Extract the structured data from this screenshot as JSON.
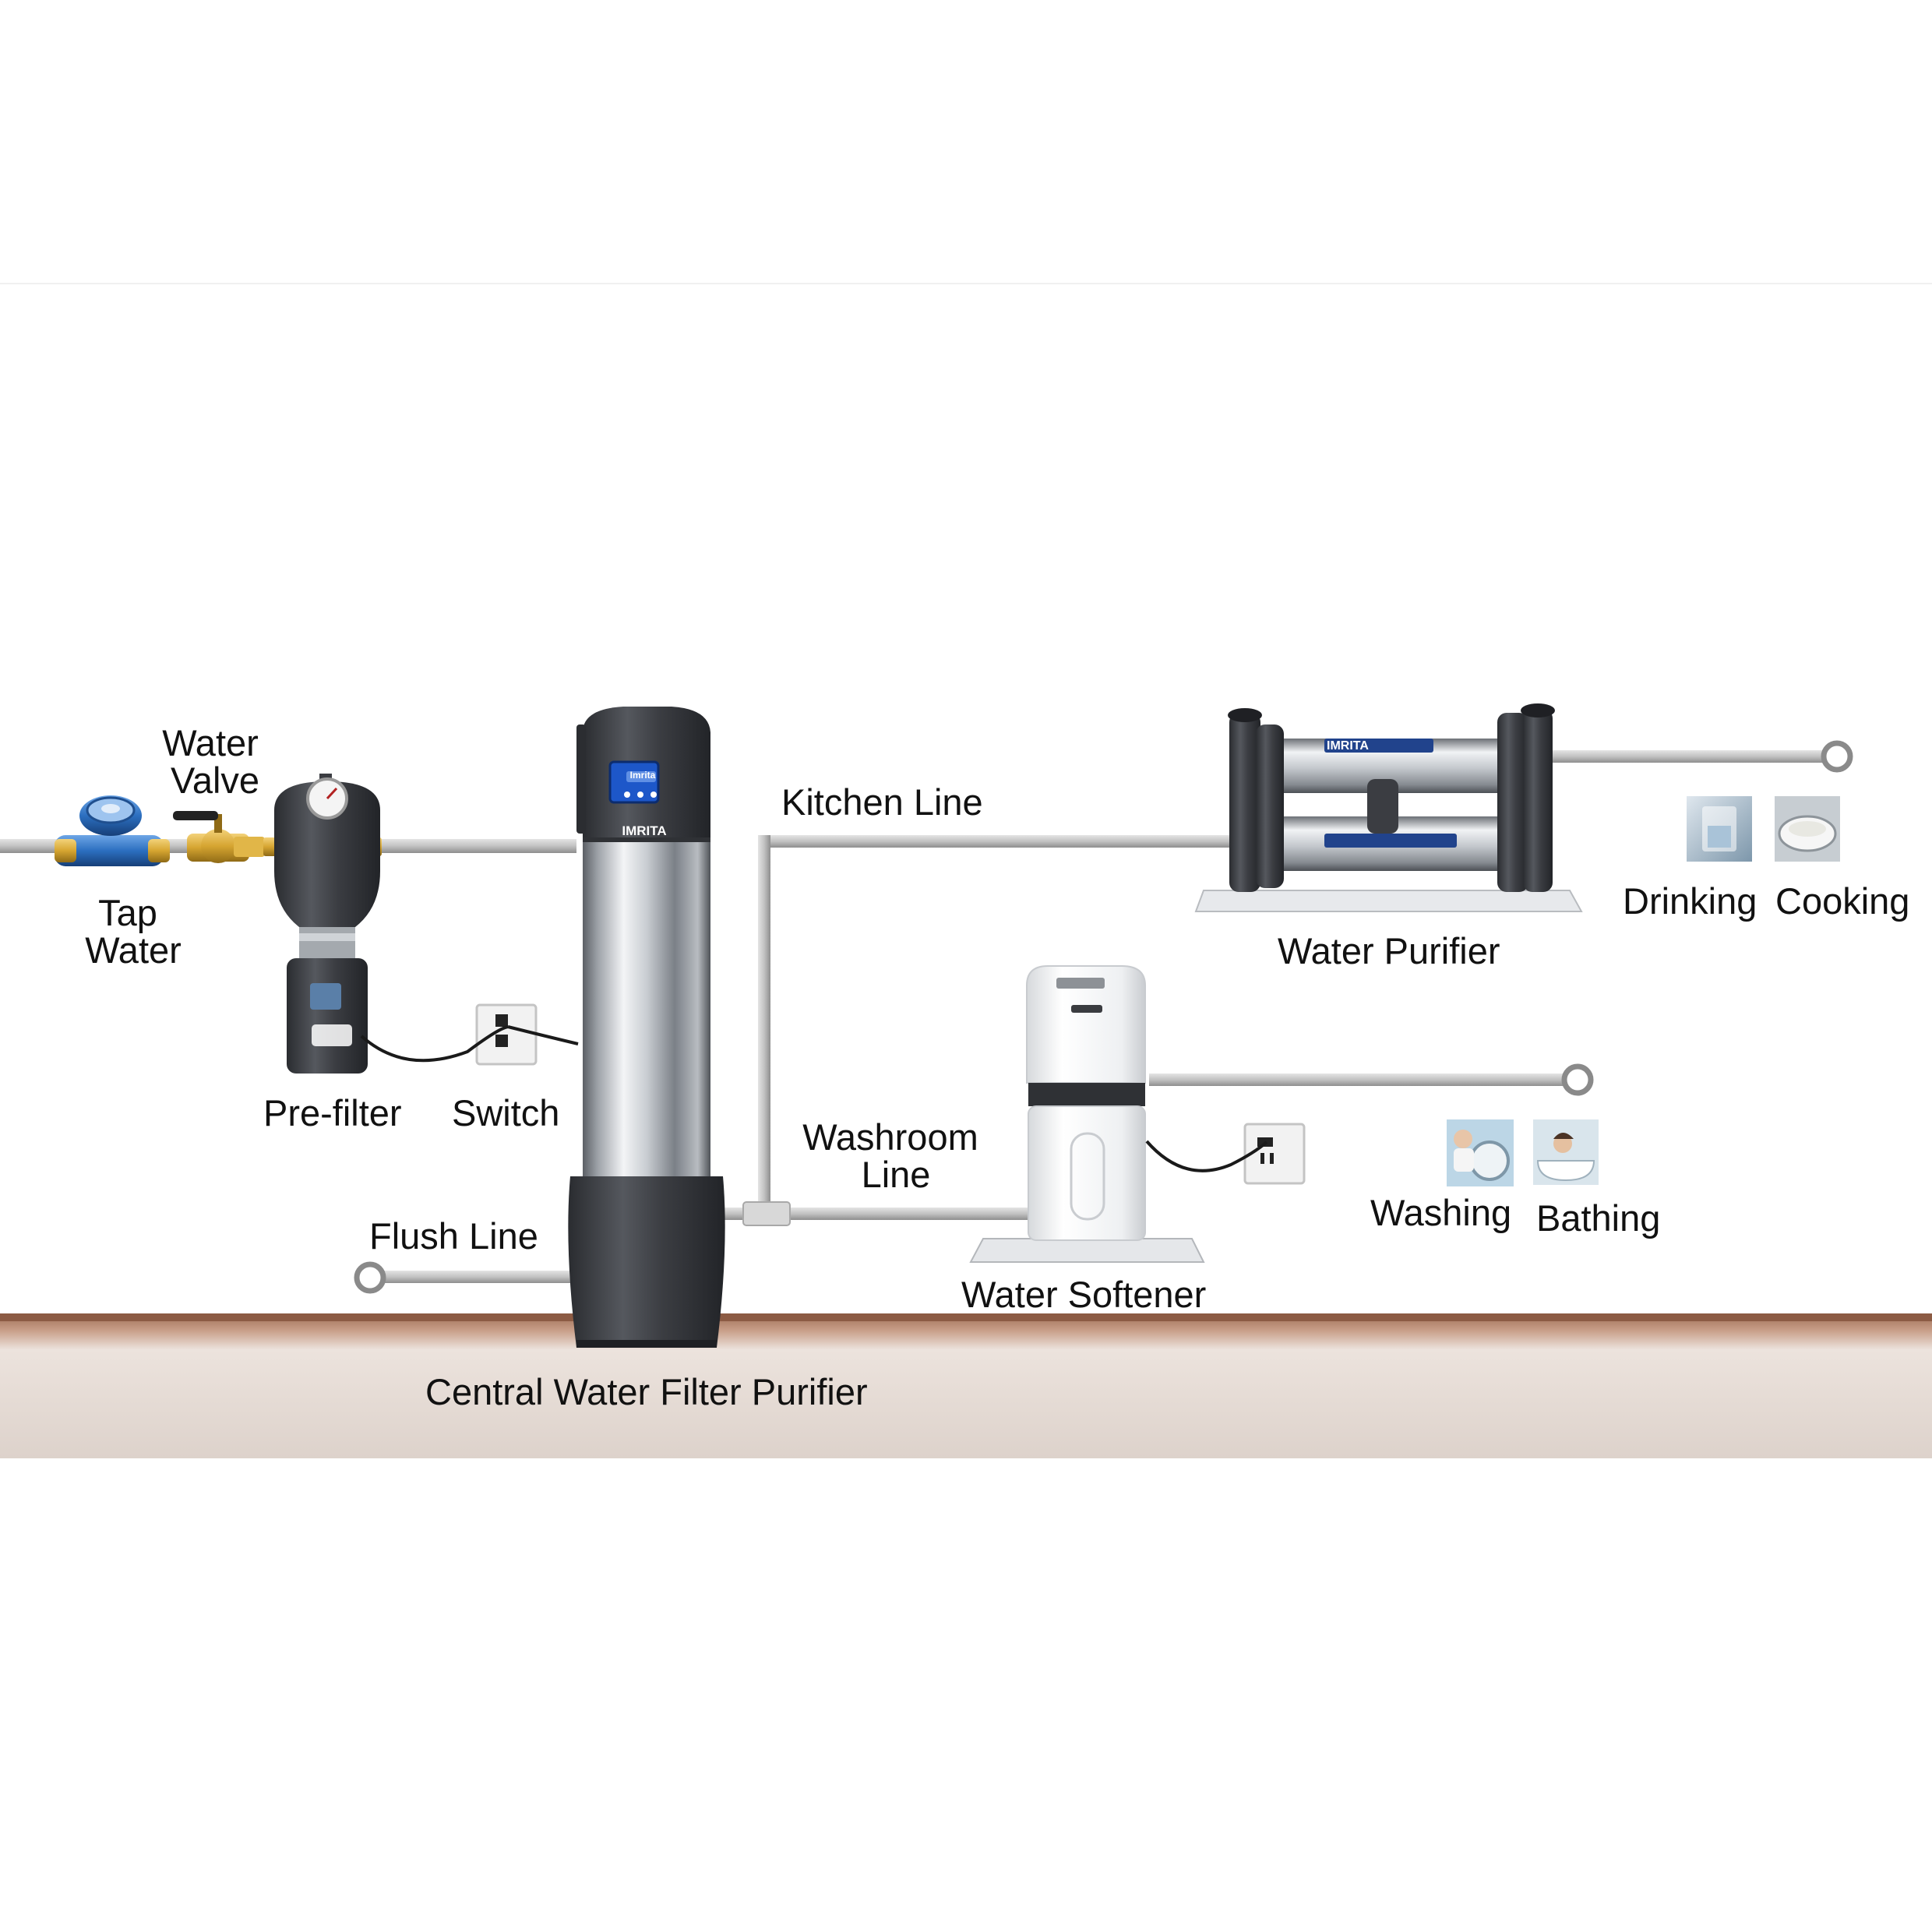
{
  "labels": {
    "water_valve_1": "Water",
    "water_valve_2": "Valve",
    "tap_water_1": "Tap",
    "tap_water_2": "Water",
    "kitchen_line": "Kitchen Line",
    "pre_filter": "Pre-filter",
    "switch": "Switch",
    "washroom_line_1": "Washroom",
    "washroom_line_2": "Line",
    "flush_line": "Flush Line",
    "central_filter": "Central Water Filter Purifier",
    "water_purifier": "Water Purifier",
    "water_softener": "Water Softener",
    "drinking": "Drinking",
    "cooking": "Cooking",
    "washing": "Washing",
    "bathing": "Bathing"
  },
  "brand": {
    "logo_main": "IMRITA",
    "logo_screen": "Imrita"
  },
  "colors": {
    "pipe": "#c4c4c4",
    "pipe_shadow": "#9a9a9a",
    "floor_top": "#b88a70",
    "floor_body": "#e6dcd6",
    "unit_dark": "#3b3d42",
    "steel_light": "#eceef0",
    "steel_dark": "#6d7177",
    "screen": "#1d57c9",
    "valve_brass": "#d6a531",
    "meter_blue": "#2c6fc0",
    "text": "#111111"
  },
  "icons": [
    "water-meter-icon",
    "brass-valve-icon",
    "prefilter-icon",
    "wall-switch-icon",
    "central-filter-icon",
    "water-purifier-icon",
    "water-softener-icon",
    "wall-socket-icon",
    "drinking-icon",
    "cooking-icon",
    "washing-icon",
    "bathing-icon",
    "pipe-outlet-icon"
  ]
}
